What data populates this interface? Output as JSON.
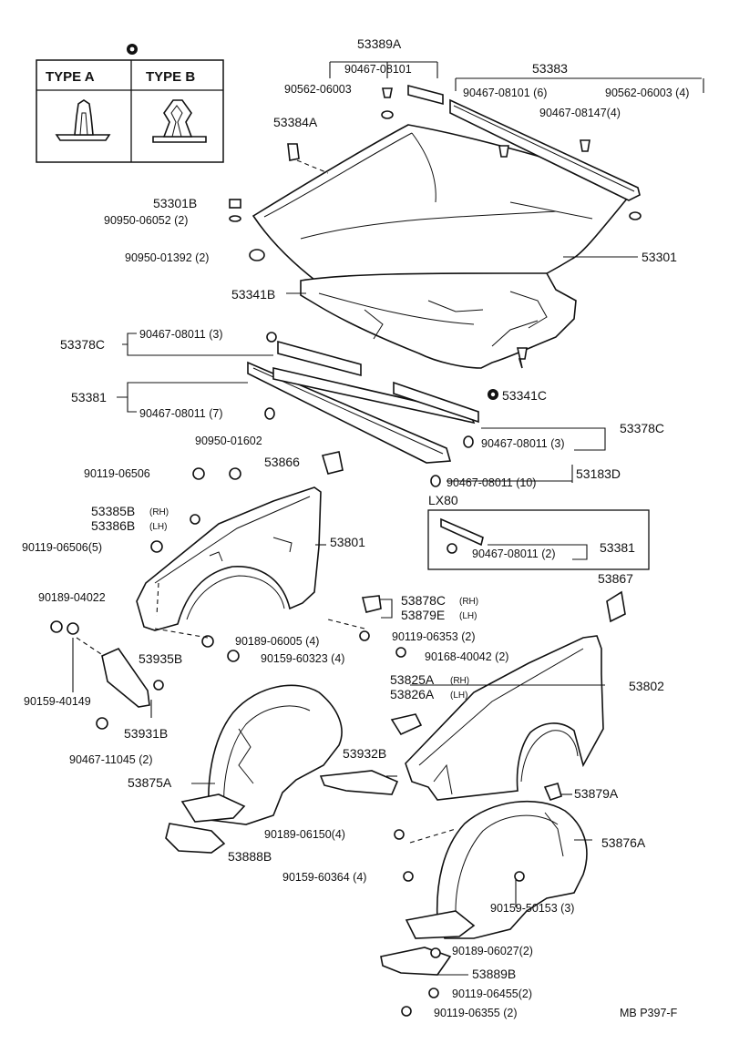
{
  "legend": {
    "type_a": "TYPE  A",
    "type_b": "TYPE  B"
  },
  "labels": {
    "l53389A": "53389A",
    "l90467_08101_a": "90467-08101",
    "l90562_06003": "90562-06003",
    "l53383": "53383",
    "l90467_08101_6": "90467-08101 (6)",
    "l90562_06003_4": "90562-06003 (4)",
    "l90467_08147_4": "90467-08147(4)",
    "l53384A": "53384A",
    "l53301B": "53301B",
    "l90950_06052_2": "90950-06052 (2)",
    "l90950_01392_2": "90950-01392 (2)",
    "l53301": "53301",
    "l53341B": "53341B",
    "l53378C_a": "53378C",
    "l90467_08011_3a": "90467-08011 (3)",
    "l53381_a": "53381",
    "l90467_08011_7": "90467-08011 (7)",
    "l53341C": "53341C",
    "l53378C_b": "53378C",
    "l90467_08011_3b": "90467-08011 (3)",
    "l90950_01602": "90950-01602",
    "l90119_06506": "90119-06506",
    "l53866": "53866",
    "l90467_08011_10": "90467-08011 (10)",
    "l53183D": "53183D",
    "lLX80": "LX80",
    "l90467_08011_2": "90467-08011 (2)",
    "l53381_b": "53381",
    "l53385B": "53385B",
    "l53385B_rh": "(RH)",
    "l53386B": "53386B",
    "l53386B_lh": "(LH)",
    "l90119_06506_5": "90119-06506(5)",
    "l53801": "53801",
    "l53867": "53867",
    "l90189_04022": "90189-04022",
    "l53878C": "53878C",
    "l53878C_rh": "(RH)",
    "l53879E": "53879E",
    "l53879E_lh": "(LH)",
    "l90189_06005_4": "90189-06005 (4)",
    "l90119_06353_2": "90119-06353 (2)",
    "l90159_60323_4": "90159-60323 (4)",
    "l90168_40042_2": "90168-40042 (2)",
    "l53935B": "53935B",
    "l53825A": "53825A",
    "l53825A_rh": "(RH)",
    "l53826A": "53826A",
    "l53826A_lh": "(LH)",
    "l53802": "53802",
    "l90159_40149": "90159-40149",
    "l53931B": "53931B",
    "l90467_11045_2": "90467-11045 (2)",
    "l53932B": "53932B",
    "l53875A": "53875A",
    "l53879A": "53879A",
    "l90189_06150_4": "90189-06150(4)",
    "l53876A": "53876A",
    "l53888B": "53888B",
    "l90159_60364_4": "90159-60364 (4)",
    "l90159_50153_3": "90159-50153 (3)",
    "l90189_06027_2": "90189-06027(2)",
    "l53889B": "53889B",
    "l90119_06455_2": "90119-06455(2)",
    "l90119_06355_2": "90119-06355 (2)",
    "footer_code": "MB  P397-F"
  }
}
